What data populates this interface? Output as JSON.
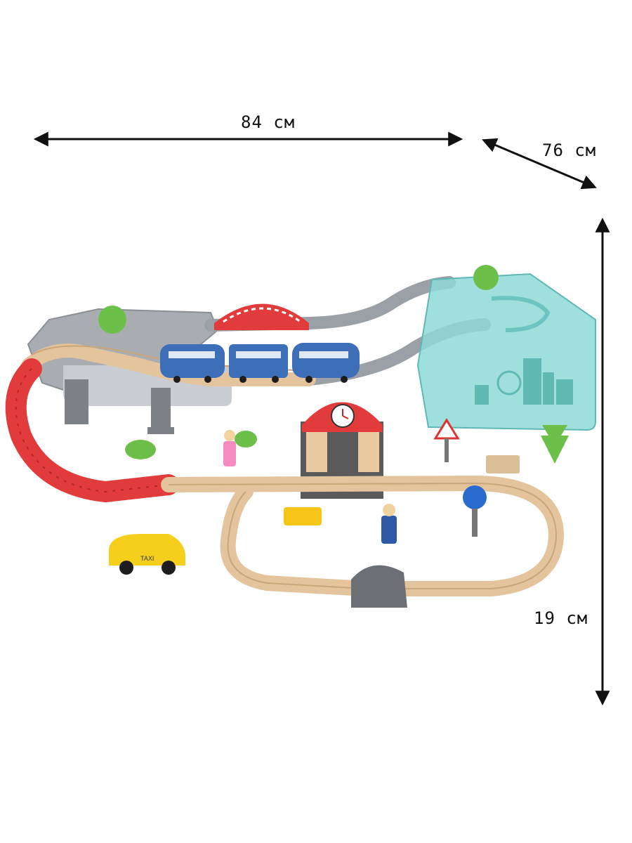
{
  "dimensions": {
    "width_label": "84 см",
    "depth_label": "76 см",
    "height_label": "19 см"
  },
  "taxi": {
    "sign_text": "TAXI"
  },
  "colors": {
    "wood_track": "#e3c49c",
    "red_track": "#e23b3b",
    "grey_track": "#9aa0a6",
    "teal_box": "#8ed9d6",
    "train_blue": "#3c6fb8",
    "taxi_yellow": "#f5cf1c",
    "tree_green": "#6cc04a"
  }
}
